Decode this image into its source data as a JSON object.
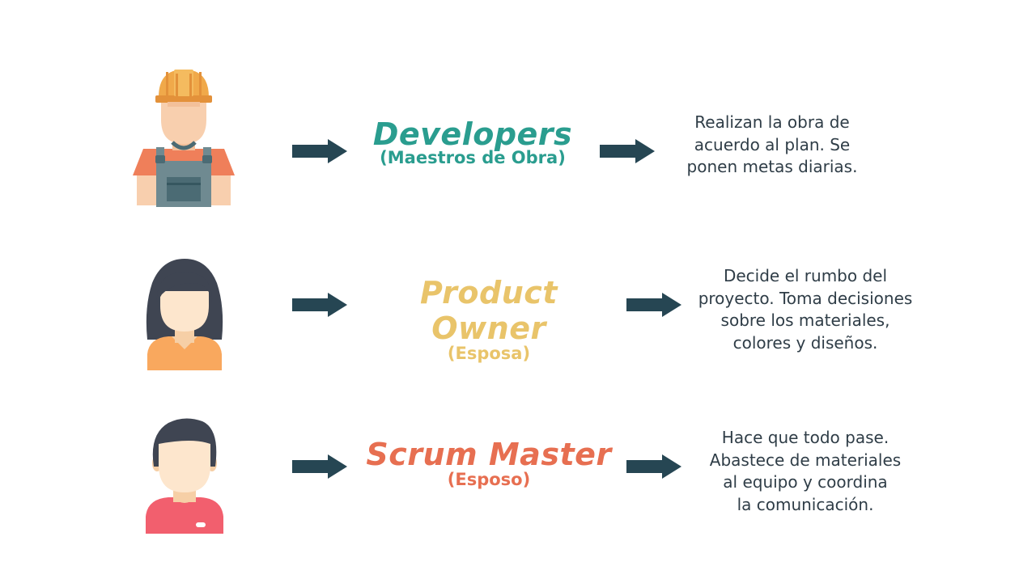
{
  "colors": {
    "arrow": "#264653",
    "developers": "#2a9d8f",
    "product_owner": "#e9c46a",
    "scrum_master": "#e76f51",
    "description": "#2f3d47"
  },
  "roles": [
    {
      "title": "Developers",
      "subtitle": "(Maestros de Obra)",
      "description": "Realizan la obra de\nacuerdo al plan. Se\nponen metas diarias.",
      "icon": "construction-worker-icon"
    },
    {
      "title": "Product Owner",
      "subtitle": "(Esposa)",
      "description": "Decide el rumbo del\nproyecto. Toma decisiones\nsobre los materiales,\ncolores y diseños.",
      "icon": "woman-avatar-icon"
    },
    {
      "title": "Scrum Master",
      "subtitle": "(Esposo)",
      "description": "Hace que todo pase.\nAbastece de materiales\nal equipo y coordina\nla comunicación.",
      "icon": "man-avatar-icon"
    }
  ]
}
